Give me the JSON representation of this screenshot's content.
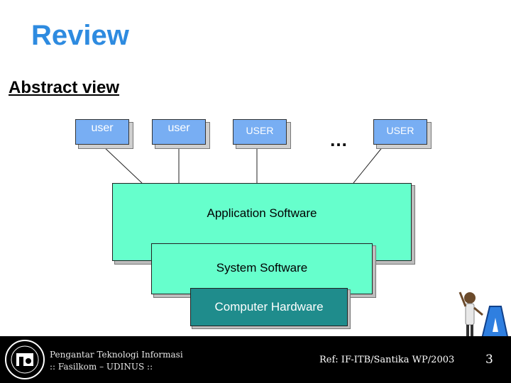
{
  "slide": {
    "title": "Review",
    "subtitle": "Abstract view"
  },
  "users": [
    {
      "label": "user"
    },
    {
      "label": "user"
    },
    {
      "label": "USER"
    },
    {
      "label": "USER"
    }
  ],
  "ellipsis": "…",
  "layers": {
    "application": "Application Software",
    "system": "System Software",
    "hardware": "Computer Hardware"
  },
  "footer": {
    "course_line1": "Pengantar Teknologi Informasi",
    "course_line2": ":: Fasilkom – UDINUS ::",
    "reference": "Ref: IF-ITB/Santika WP/2003",
    "page_number": "3"
  },
  "colors": {
    "title": "#2e8be0",
    "user_box": "#78aef3",
    "software_layer": "#66ffcc",
    "hardware_layer": "#1f8c8c",
    "footer_bg": "#000000"
  },
  "icons": [
    "university-logo-icon",
    "mascot-letter-a-icon"
  ]
}
